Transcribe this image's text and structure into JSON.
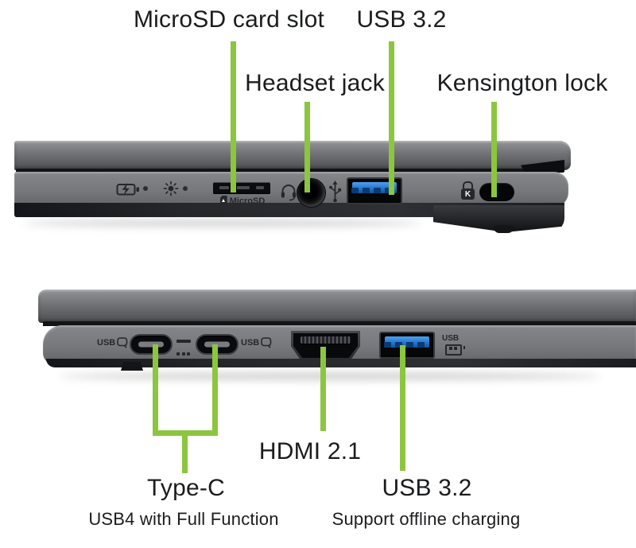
{
  "colors": {
    "accent_green": "#8CC63F",
    "text": "#1b1c1e",
    "usb_port_blue": "#2273c8"
  },
  "top_view": {
    "callouts": {
      "microsd": "MicroSD card slot",
      "usb": "USB 3.2",
      "headset": "Headset jack",
      "kensington": "Kensington lock"
    },
    "markings": {
      "microsd_slot": "MicroSD",
      "kensington_letter": "K"
    },
    "icons": {
      "battery_charging": "battery-with-lightning-bolt",
      "brightness": "sun-with-rays",
      "headset": "headphones-with-mic",
      "usb": "usb-trident",
      "kensington": "padlock-with-K"
    }
  },
  "bottom_view": {
    "callouts": {
      "hdmi": "HDMI 2.1",
      "typec": "Type-C",
      "typec_sub": "USB4 with Full Function",
      "usb": "USB 3.2",
      "usb_sub": "Support offline charging"
    },
    "markings": {
      "usb_c_left": "USB",
      "usb_c_right": "USB",
      "usb_battery": "USB"
    },
    "icons": {
      "usb_display_left": "usb-text-with-display-box",
      "dc_charging": "solid-line-over-dashes",
      "usb_display_right": "usb-text-with-display-box",
      "usb_battery": "usb-text-with-battery"
    }
  }
}
